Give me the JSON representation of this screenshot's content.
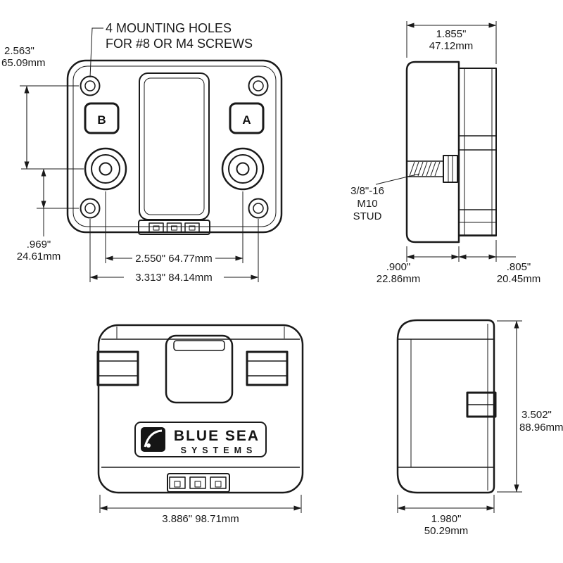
{
  "page": {
    "background": "#ffffff",
    "line_color": "#1a1a1a"
  },
  "annotations": {
    "mounting_holes": {
      "line1": "4 MOUNTING HOLES",
      "line2": "FOR #8 OR M4 SCREWS"
    },
    "stud": {
      "line1": "3/8\"-16",
      "line2": "M10",
      "line3": "STUD"
    },
    "button_b": "B",
    "button_a": "A"
  },
  "logo": {
    "line1": "BLUE SEA",
    "line2": "SYSTEMS"
  },
  "dims": {
    "front_height": {
      "in": "2.563\"",
      "mm": "65.09mm"
    },
    "side_total_depth": {
      "in": "1.855\"",
      "mm": "47.12mm"
    },
    "stud_offset": {
      "in": ".969\"",
      "mm": "24.61mm"
    },
    "stud_spacing": {
      "label": "2.550\" 64.77mm"
    },
    "hole_spacing": {
      "label": "3.313\" 84.14mm"
    },
    "depth_front": {
      "in": ".900\"",
      "mm": "22.86mm"
    },
    "depth_rear": {
      "in": ".805\"",
      "mm": "20.45mm"
    },
    "cover_height": {
      "in": "3.502\"",
      "mm": "88.96mm"
    },
    "cover_width": {
      "label": "3.886\" 98.71mm"
    },
    "cover_depth": {
      "in": "1.980\"",
      "mm": "50.29mm"
    }
  }
}
